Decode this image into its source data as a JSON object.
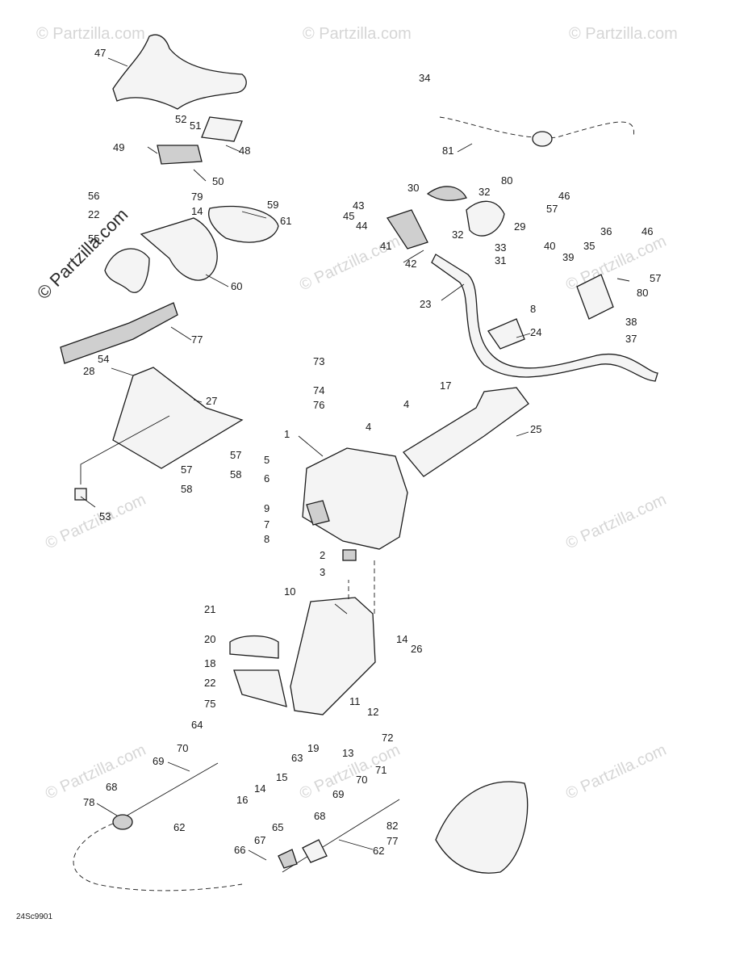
{
  "watermark": {
    "text": "© Partzilla.com",
    "copyright_label": "© Partzilla.com"
  },
  "footer_code": "24Sc9901",
  "callouts": [
    "47",
    "52",
    "51",
    "49",
    "48",
    "50",
    "56",
    "79",
    "22",
    "14",
    "59",
    "61",
    "55",
    "60",
    "77",
    "54",
    "28",
    "27",
    "57",
    "57",
    "58",
    "58",
    "53",
    "34",
    "81",
    "30",
    "32",
    "80",
    "46",
    "43",
    "45",
    "44",
    "29",
    "57",
    "41",
    "32",
    "33",
    "31",
    "42",
    "40",
    "39",
    "35",
    "36",
    "46",
    "57",
    "80",
    "23",
    "8",
    "24",
    "38",
    "37",
    "73",
    "74",
    "76",
    "17",
    "4",
    "4",
    "25",
    "1",
    "5",
    "6",
    "9",
    "7",
    "8",
    "2",
    "3",
    "10",
    "21",
    "20",
    "18",
    "22",
    "75",
    "64",
    "14",
    "26",
    "11",
    "12",
    "70",
    "69",
    "63",
    "19",
    "13",
    "72",
    "71",
    "68",
    "78",
    "15",
    "16",
    "14",
    "70",
    "69",
    "62",
    "82",
    "77",
    "68",
    "65",
    "67",
    "66",
    "62"
  ]
}
